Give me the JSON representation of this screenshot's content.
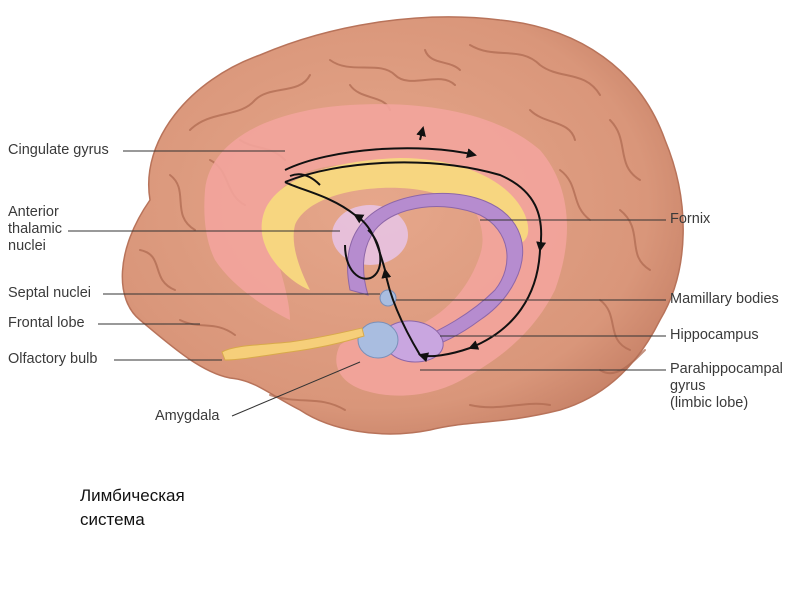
{
  "labels": {
    "cingulate_gyrus": "Cingulate gyrus",
    "anterior_thalamic_nuclei": [
      "Anterior",
      "thalamic",
      "nuclei"
    ],
    "septal_nuclei": "Septal nuclei",
    "frontal_lobe": "Frontal lobe",
    "olfactory_bulb": "Olfactory bulb",
    "amygdala": "Amygdala",
    "fornix": "Fornix",
    "mamillary_bodies": "Mamillary bodies",
    "hippocampus": "Hippocampus",
    "parahippocampal_gyrus": [
      "Parahippocampal",
      "gyrus",
      "(limbic lobe)"
    ]
  },
  "caption": [
    "Лимбическая",
    "система"
  ],
  "colors": {
    "cortex": "#d9967a",
    "cortex_dark": "#b86f56",
    "limbic_lobe": "#f3a49c",
    "corpus_callosum": "#f7d680",
    "fornix": "#b68ccf",
    "amygdala": "#a9bde0",
    "olfactory": "#f6cf7a",
    "leader": "#333333"
  }
}
